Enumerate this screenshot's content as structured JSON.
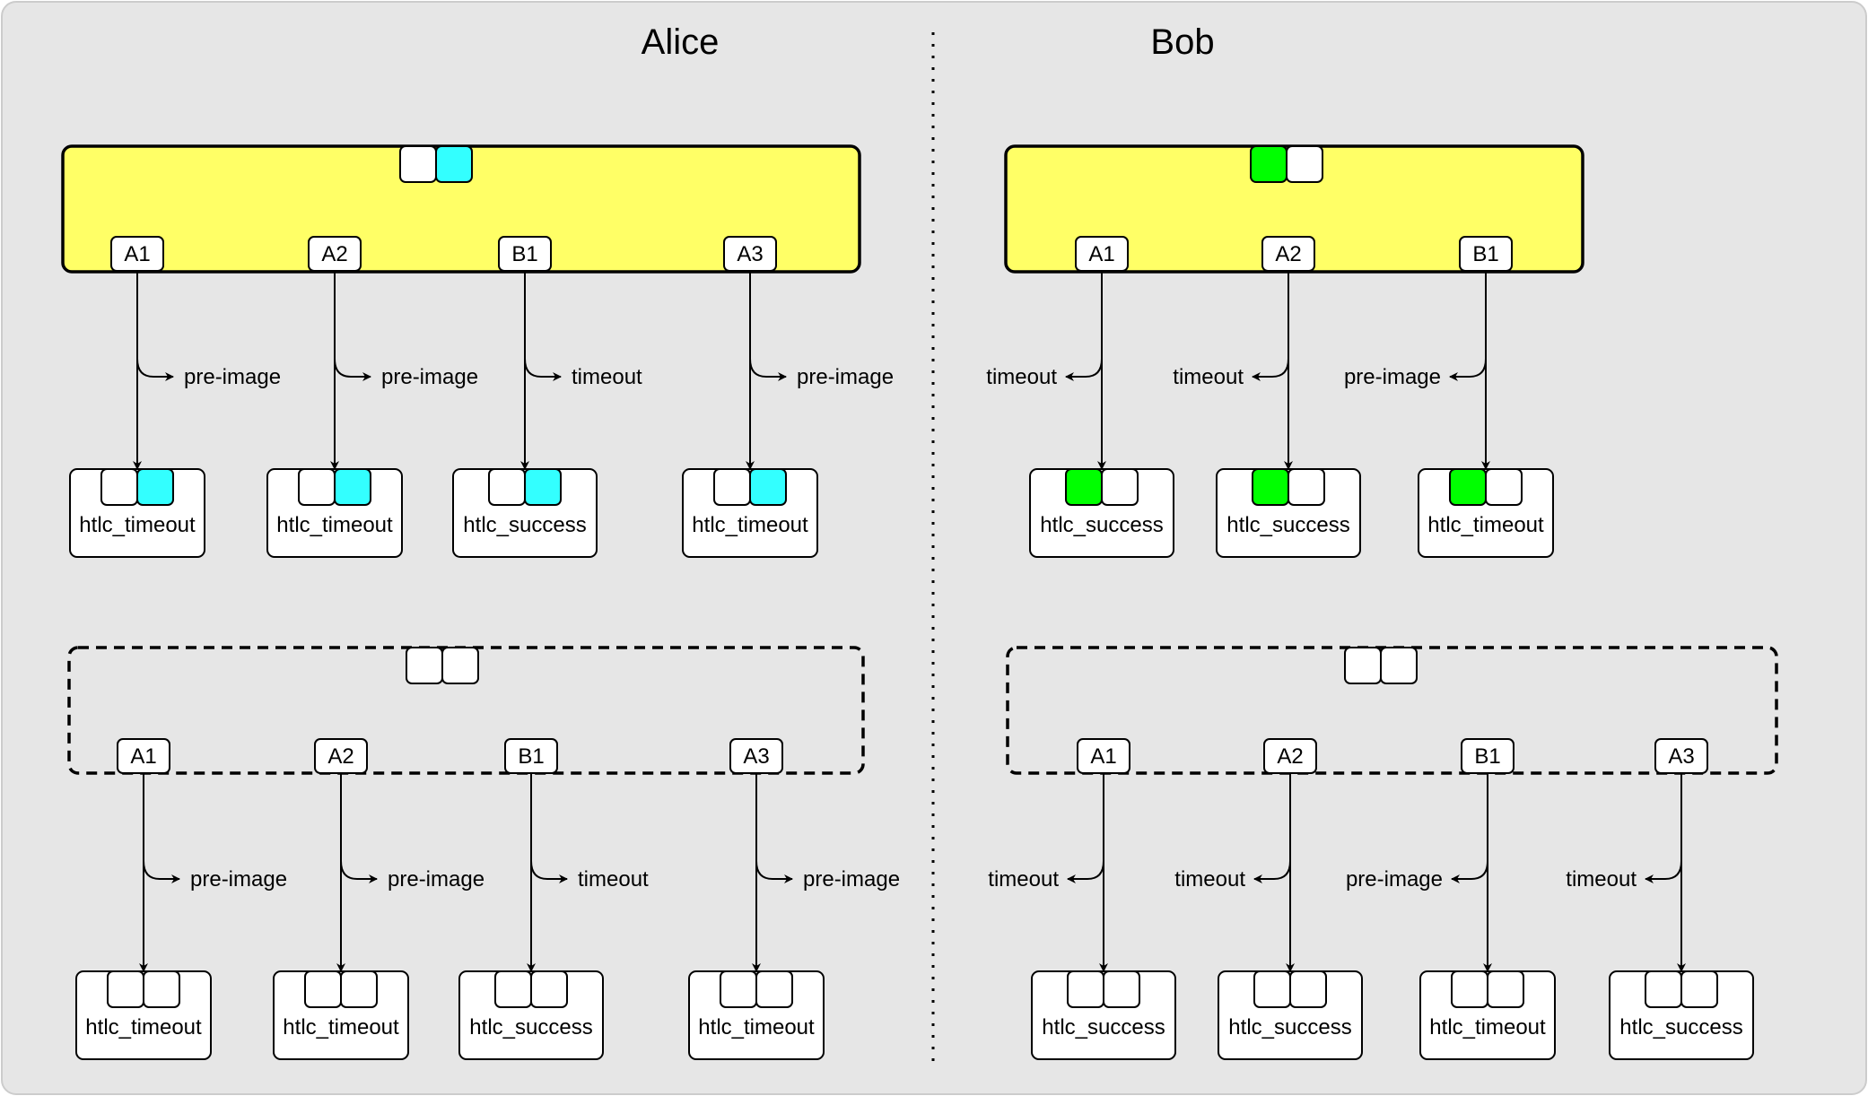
{
  "left_title": "Alice",
  "right_title": "Bob",
  "colors": {
    "background": "#e6e6e6",
    "commitment_fill": "#ffff66",
    "alice_key": "#33ffff",
    "bob_key": "#00ff00",
    "box_fill": "#ffffff",
    "stroke": "#000000"
  },
  "alice_top": {
    "keys": [
      "blank",
      "alice_key"
    ],
    "htlcs": [
      {
        "label": "A1",
        "branch": "pre-image",
        "output": "htlc_timeout",
        "keys": [
          "blank",
          "alice_key"
        ]
      },
      {
        "label": "A2",
        "branch": "pre-image",
        "output": "htlc_timeout",
        "keys": [
          "blank",
          "alice_key"
        ]
      },
      {
        "label": "B1",
        "branch": "timeout",
        "output": "htlc_success",
        "keys": [
          "blank",
          "alice_key"
        ]
      },
      {
        "label": "A3",
        "branch": "pre-image",
        "output": "htlc_timeout",
        "keys": [
          "blank",
          "alice_key"
        ]
      }
    ]
  },
  "alice_bottom": {
    "keys": [
      "blank",
      "blank"
    ],
    "htlcs": [
      {
        "label": "A1",
        "branch": "pre-image",
        "output": "htlc_timeout",
        "keys": [
          "blank",
          "blank"
        ]
      },
      {
        "label": "A2",
        "branch": "pre-image",
        "output": "htlc_timeout",
        "keys": [
          "blank",
          "blank"
        ]
      },
      {
        "label": "B1",
        "branch": "timeout",
        "output": "htlc_success",
        "keys": [
          "blank",
          "blank"
        ]
      },
      {
        "label": "A3",
        "branch": "pre-image",
        "output": "htlc_timeout",
        "keys": [
          "blank",
          "blank"
        ]
      }
    ]
  },
  "bob_top": {
    "keys": [
      "bob_key",
      "blank"
    ],
    "htlcs": [
      {
        "label": "A1",
        "branch": "timeout",
        "output": "htlc_success",
        "keys": [
          "bob_key",
          "blank"
        ]
      },
      {
        "label": "A2",
        "branch": "timeout",
        "output": "htlc_success",
        "keys": [
          "bob_key",
          "blank"
        ]
      },
      {
        "label": "B1",
        "branch": "pre-image",
        "output": "htlc_timeout",
        "keys": [
          "bob_key",
          "blank"
        ]
      }
    ]
  },
  "bob_bottom": {
    "keys": [
      "blank",
      "blank"
    ],
    "htlcs": [
      {
        "label": "A1",
        "branch": "timeout",
        "output": "htlc_success",
        "keys": [
          "blank",
          "blank"
        ]
      },
      {
        "label": "A2",
        "branch": "timeout",
        "output": "htlc_success",
        "keys": [
          "blank",
          "blank"
        ]
      },
      {
        "label": "B1",
        "branch": "pre-image",
        "output": "htlc_timeout",
        "keys": [
          "blank",
          "blank"
        ]
      },
      {
        "label": "A3",
        "branch": "timeout",
        "output": "htlc_success",
        "keys": [
          "blank",
          "blank"
        ]
      }
    ]
  }
}
